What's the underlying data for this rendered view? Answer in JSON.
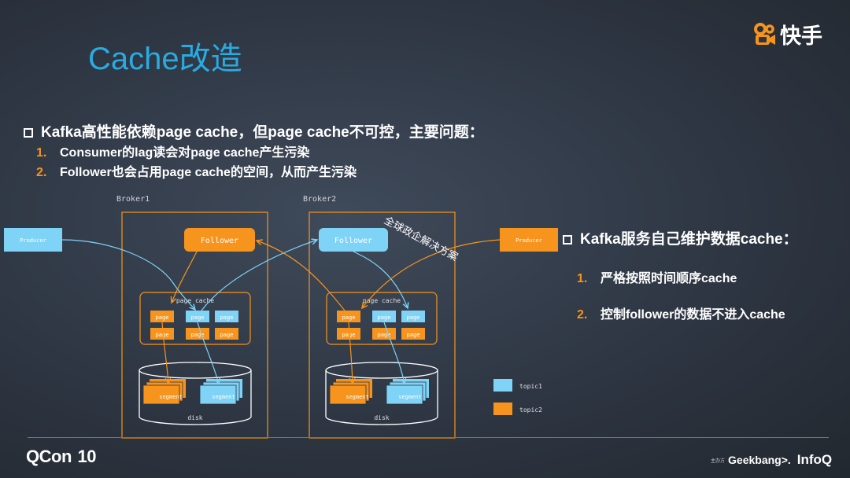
{
  "title": "Cache改造",
  "logo": {
    "text": "快手"
  },
  "point1": {
    "text": "Kafka高性能依赖page cache，但page cache不可控，主要问题：",
    "items": [
      {
        "num": "1.",
        "text": "Consumer的lag读会对page cache产生污染"
      },
      {
        "num": "2.",
        "text": "Follower也会占用page cache的空间，从而产生污染"
      }
    ]
  },
  "point2": {
    "text": "Kafka服务自己维护数据cache：",
    "items": [
      {
        "num": "1.",
        "text": "严格按照时间顺序cache"
      },
      {
        "num": "2.",
        "text": "控制follower的数据不进入cache"
      }
    ]
  },
  "diagram": {
    "broker1_label": "Broker1",
    "broker2_label": "Broker2",
    "producer_label": "Producer",
    "follower_label": "Follower",
    "page_cache_label": "page cache",
    "page_label": "page",
    "segment_label": "segment",
    "disk_label": "disk",
    "watermark": "全球政企解决方案",
    "legend": [
      {
        "label": "topic1",
        "color": "#7fd3f7"
      },
      {
        "label": "topic2",
        "color": "#f7941d"
      }
    ]
  },
  "colors": {
    "blue": "#7fd3f7",
    "orange": "#f7941d",
    "accent": "#29abe2"
  },
  "footer": {
    "qcon": "QCon",
    "qcon_num": "10",
    "sponsor_small": "主办方",
    "geekbang": "Geekbang>.",
    "infoq": "InfoQ"
  }
}
